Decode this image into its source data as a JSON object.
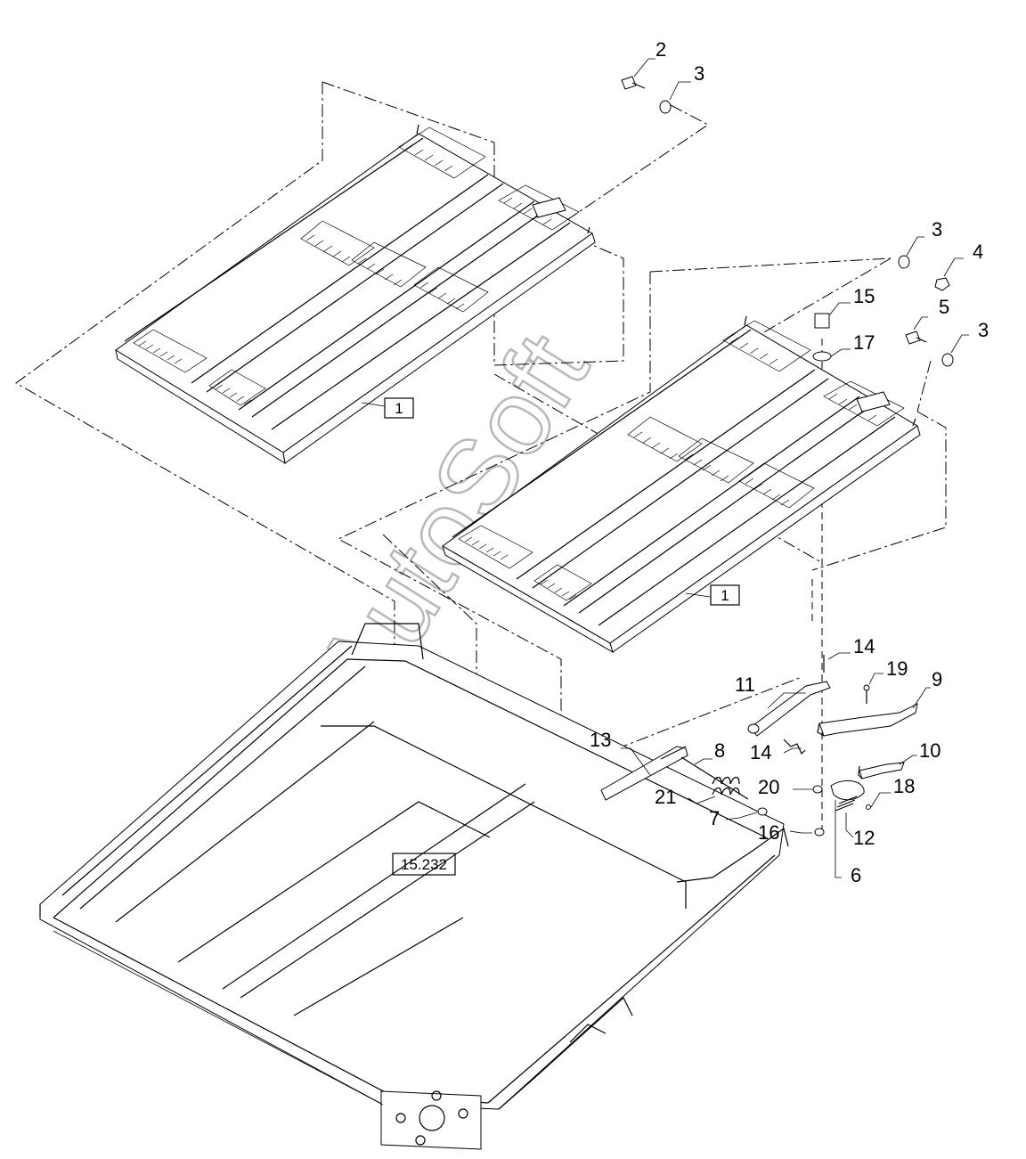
{
  "watermark": "AutoSoft",
  "reference_boxes": {
    "grate_upper": "1",
    "grate_lower": "1",
    "frame": "15.232"
  },
  "callouts": {
    "c2": "2",
    "c3_top": "3",
    "c3_right_upper": "3",
    "c4": "4",
    "c15": "15",
    "c5": "5",
    "c3_right_lower": "3",
    "c17": "17",
    "c14_top": "14",
    "c19": "19",
    "c11": "11",
    "c9": "9",
    "c13": "13",
    "c8": "8",
    "c14_mid": "14",
    "c10": "10",
    "c20": "20",
    "c18": "18",
    "c21": "21",
    "c7": "7",
    "c16": "16",
    "c12": "12",
    "c6": "6"
  }
}
